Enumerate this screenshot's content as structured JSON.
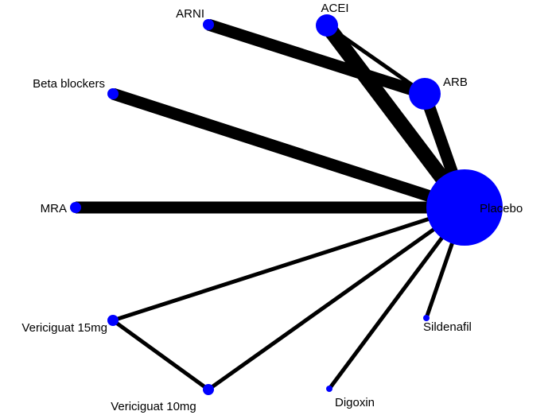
{
  "chart_data": {
    "type": "network",
    "nodes": [
      {
        "id": "placebo",
        "label": "Placebo",
        "size": 10
      },
      {
        "id": "acei",
        "label": "ACEI",
        "size": 3
      },
      {
        "id": "arb",
        "label": "ARB",
        "size": 4
      },
      {
        "id": "arni",
        "label": "ARNI",
        "size": 1.5
      },
      {
        "id": "beta",
        "label": "Beta blockers",
        "size": 1.5
      },
      {
        "id": "mra",
        "label": "MRA",
        "size": 1.5
      },
      {
        "id": "veri15",
        "label": "Vericiguat 15mg",
        "size": 1.5
      },
      {
        "id": "veri10",
        "label": "Vericiguat 10mg",
        "size": 1.5
      },
      {
        "id": "digoxin",
        "label": "Digoxin",
        "size": 0.8
      },
      {
        "id": "sildenafil",
        "label": "Sildenafil",
        "size": 0.8
      }
    ],
    "edges": [
      {
        "source": "arni",
        "target": "arb",
        "weight": 4
      },
      {
        "source": "acei",
        "target": "placebo",
        "weight": 5
      },
      {
        "source": "acei",
        "target": "arb",
        "weight": 1.5
      },
      {
        "source": "arb",
        "target": "placebo",
        "weight": 4
      },
      {
        "source": "beta",
        "target": "placebo",
        "weight": 4
      },
      {
        "source": "mra",
        "target": "placebo",
        "weight": 4
      },
      {
        "source": "veri15",
        "target": "placebo",
        "weight": 1.5
      },
      {
        "source": "veri15",
        "target": "veri10",
        "weight": 1.5
      },
      {
        "source": "veri10",
        "target": "placebo",
        "weight": 1.5
      },
      {
        "source": "digoxin",
        "target": "placebo",
        "weight": 1.5
      },
      {
        "source": "sildenafil",
        "target": "placebo",
        "weight": 1.5
      }
    ],
    "colors": {
      "node": "#0000ff",
      "edge": "#000000",
      "label": "#000000"
    }
  }
}
